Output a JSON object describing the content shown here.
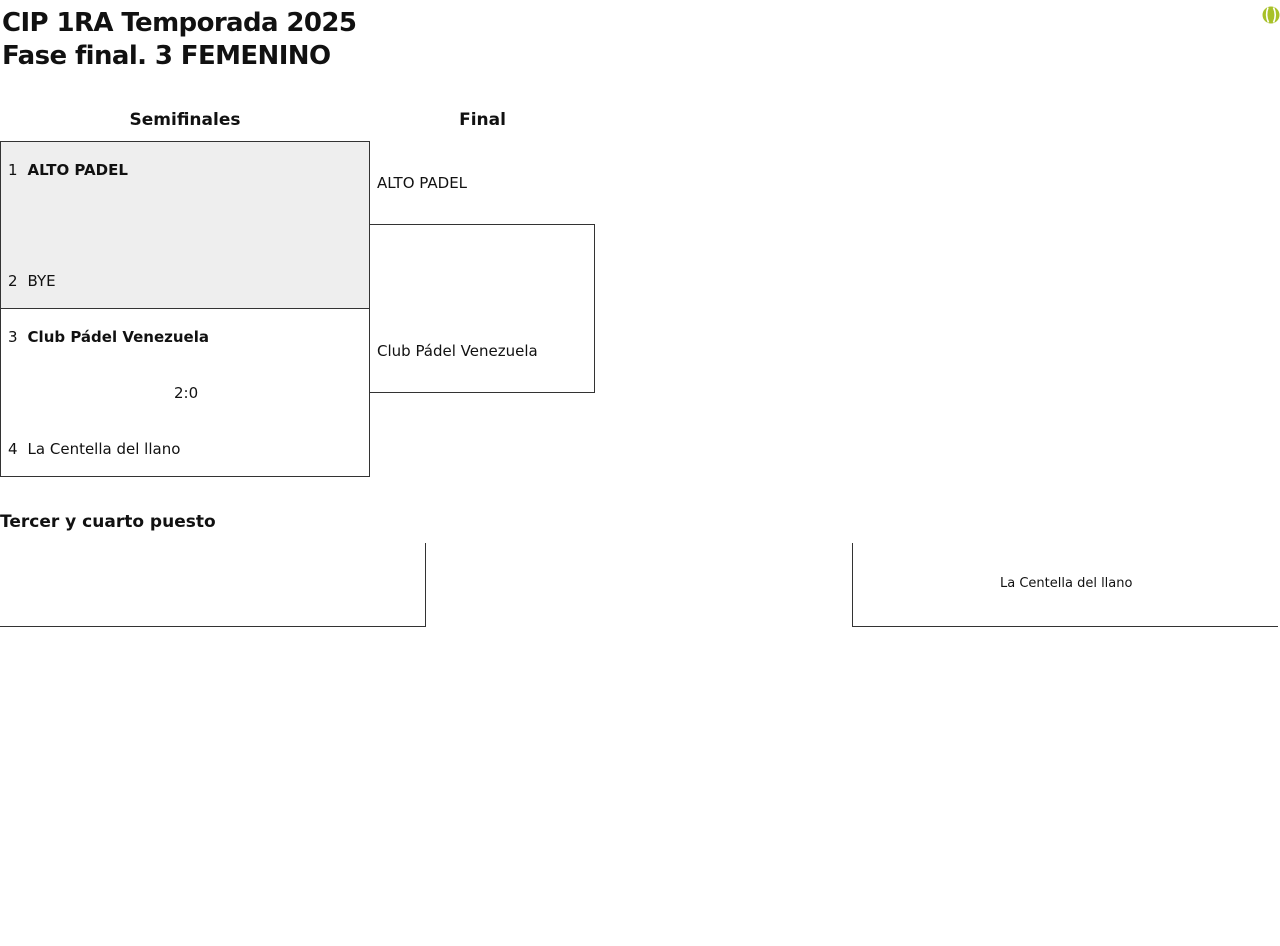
{
  "header": {
    "title_line1": "CIP 1RA Temporada 2025",
    "title_line2": "Fase final. 3 FEMENINO",
    "logo_icon": "padel-ball-icon",
    "logo_color": "#a8c128"
  },
  "rounds": {
    "semifinals_label": "Semifinales",
    "final_label": "Final"
  },
  "semifinals": [
    {
      "team1": {
        "seed": "1",
        "name": "ALTO PADEL"
      },
      "team2": {
        "seed": "2",
        "name": "BYE"
      },
      "score": ""
    },
    {
      "team1": {
        "seed": "3",
        "name": "Club Pádel Venezuela"
      },
      "team2": {
        "seed": "4",
        "name": "La Centella del llano"
      },
      "score": "2:0"
    }
  ],
  "final": {
    "team1": "ALTO PADEL",
    "team2": "Club Pádel Venezuela"
  },
  "third_place": {
    "label": "Tercer y cuarto puesto",
    "team_right": "La Centella del llano"
  },
  "colors": {
    "shaded_match": "#eeeeee",
    "border": "#333333"
  }
}
